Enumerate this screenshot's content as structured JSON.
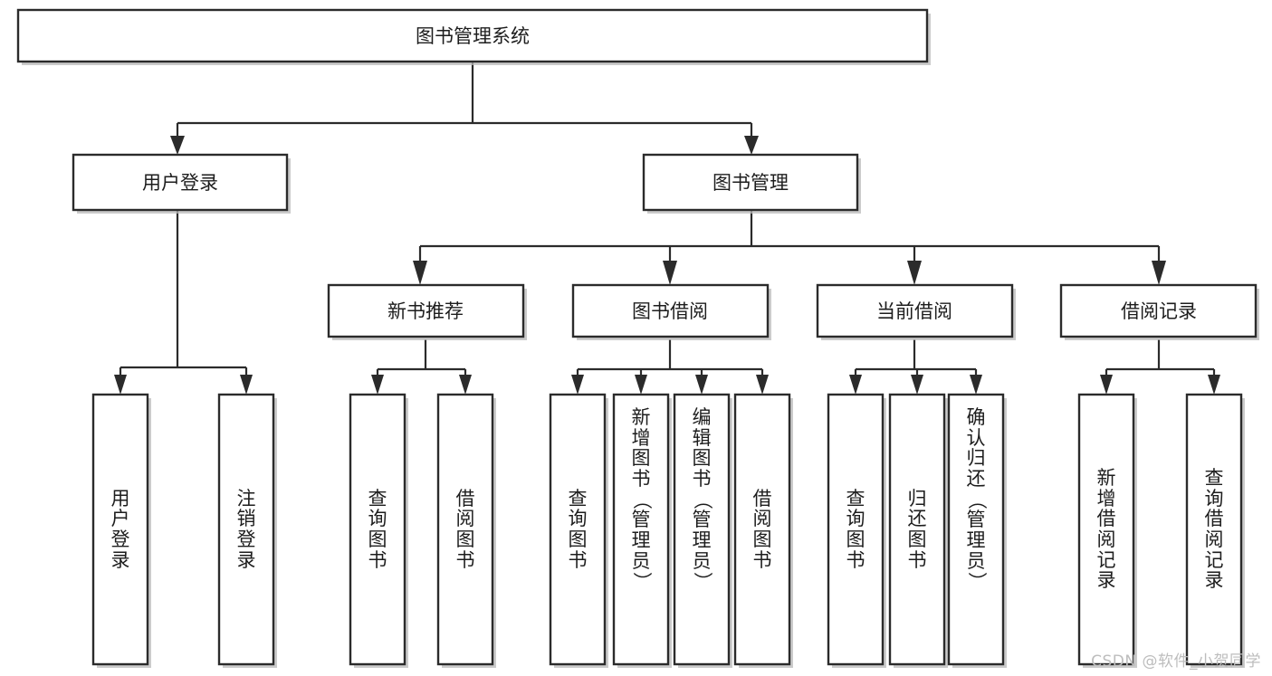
{
  "diagram": {
    "type": "tree-hierarchy-chart",
    "title_text": "图书管理系统",
    "colors": {
      "box_border": "#2b2b2b",
      "box_fill": "#ffffff",
      "connector": "#2b2b2b",
      "canvas": "#ffffff",
      "watermark": "#bdbdbd"
    },
    "nodes": {
      "root": {
        "label": "图书管理系统"
      },
      "level2": [
        {
          "id": "user-login",
          "label": "用户登录"
        },
        {
          "id": "book-management",
          "label": "图书管理"
        }
      ],
      "level3": [
        {
          "id": "new-book-recommend",
          "label": "新书推荐"
        },
        {
          "id": "book-borrow",
          "label": "图书借阅"
        },
        {
          "id": "current-borrow",
          "label": "当前借阅"
        },
        {
          "id": "borrow-record",
          "label": "借阅记录"
        }
      ],
      "leaves": [
        {
          "id": "leaf-user-login",
          "label": "用户登录",
          "parent": "user-login"
        },
        {
          "id": "leaf-logout",
          "label": "注销登录",
          "parent": "user-login"
        },
        {
          "id": "leaf-query-book-1",
          "label": "查询图书",
          "parent": "new-book-recommend"
        },
        {
          "id": "leaf-borrow-book-1",
          "label": "借阅图书",
          "parent": "new-book-recommend"
        },
        {
          "id": "leaf-query-book-2",
          "label": "查询图书",
          "parent": "book-borrow"
        },
        {
          "id": "leaf-add-book",
          "label": "新增图书（管理员）",
          "parent": "book-borrow"
        },
        {
          "id": "leaf-edit-book",
          "label": "编辑图书（管理员）",
          "parent": "book-borrow"
        },
        {
          "id": "leaf-borrow-book-2",
          "label": "借阅图书",
          "parent": "book-borrow"
        },
        {
          "id": "leaf-query-book-3",
          "label": "查询图书",
          "parent": "current-borrow"
        },
        {
          "id": "leaf-return-book",
          "label": "归还图书",
          "parent": "current-borrow"
        },
        {
          "id": "leaf-confirm-return",
          "label": "确认归还（管理员）",
          "parent": "current-borrow"
        },
        {
          "id": "leaf-add-record",
          "label": "新增借阅记录",
          "parent": "borrow-record"
        },
        {
          "id": "leaf-query-record",
          "label": "查询借阅记录",
          "parent": "borrow-record"
        }
      ]
    },
    "watermark": "CSDN @软件_小贺同学"
  }
}
